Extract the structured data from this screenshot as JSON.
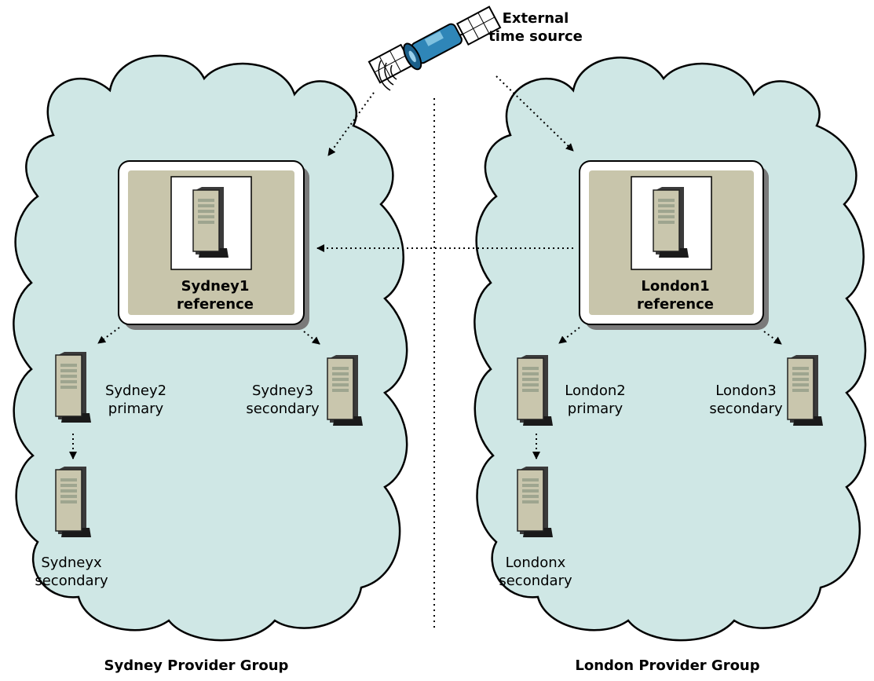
{
  "external_source": {
    "line1": "External",
    "line2": "time source"
  },
  "groups": {
    "sydney": {
      "caption": "Sydney Provider Group",
      "reference": {
        "name": "Sydney1",
        "role": "reference"
      },
      "primary": {
        "name": "Sydney2",
        "role": "primary"
      },
      "secondary": {
        "name": "Sydney3",
        "role": "secondary"
      },
      "extra": {
        "name": "Sydneyx",
        "role": "secondary"
      }
    },
    "london": {
      "caption": "London Provider Group",
      "reference": {
        "name": "London1",
        "role": "reference"
      },
      "primary": {
        "name": "London2",
        "role": "primary"
      },
      "secondary": {
        "name": "London3",
        "role": "secondary"
      },
      "extra": {
        "name": "Londonx",
        "role": "secondary"
      }
    }
  },
  "colors": {
    "cloud_fill": "#cfe7e5",
    "ref_box_fill": "#c8c5ab",
    "server_body": "#c9c6ad",
    "satellite_body": "#2f86b8"
  }
}
